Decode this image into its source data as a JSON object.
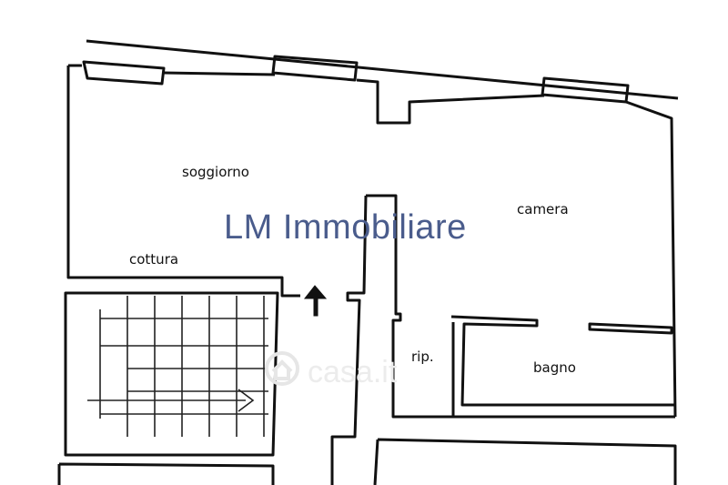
{
  "watermark": {
    "text": "LM Immobiliare",
    "color": "#4a5c8c"
  },
  "rooms": {
    "soggiorno": "soggiorno",
    "camera": "camera",
    "cottura": "cottura",
    "rip": "rip.",
    "bagno": "bagno"
  },
  "colors": {
    "walls": "#111111",
    "background": "#ffffff",
    "logo": "#e6e6e6"
  },
  "icons": {
    "entrance": "arrow-up-icon",
    "stairs": "staircase-icon",
    "logo": "casa-logo-icon"
  }
}
